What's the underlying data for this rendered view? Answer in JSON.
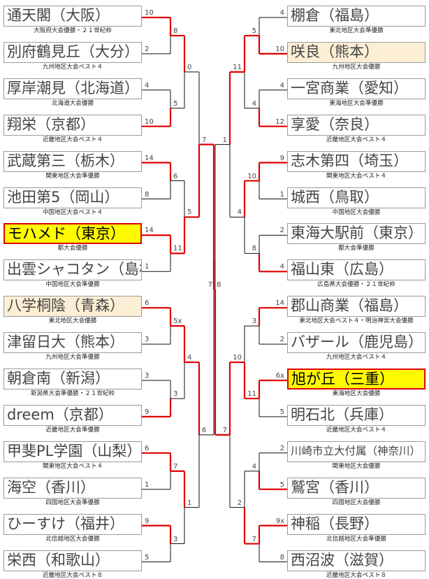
{
  "left_teams": [
    {
      "name": "通天閣（大阪）",
      "note": "大阪府大会優勝・２１世紀枠",
      "hl": ""
    },
    {
      "name": "別府鶴見丘（大分）",
      "note": "九州地区大会ベスト４",
      "hl": ""
    },
    {
      "name": "厚岸潮見（北海道）",
      "note": "北海道大会優勝",
      "hl": ""
    },
    {
      "name": "翔栄（京都）",
      "note": "近畿地区大会ベスト４",
      "hl": ""
    },
    {
      "name": "武蔵第三（栃木）",
      "note": "関東地区大会準優勝",
      "hl": ""
    },
    {
      "name": "池田第5（岡山）",
      "note": "中国地区大会ベスト４",
      "hl": ""
    },
    {
      "name": "モハメド（東京）",
      "note": "都大会優勝",
      "hl": "yellow"
    },
    {
      "name": "出雲シャコタン（島根）",
      "note": "中国地区大会準優勝",
      "hl": ""
    },
    {
      "name": "八学桐陰（青森）",
      "note": "東北地区大会優勝",
      "hl": "pink"
    },
    {
      "name": "津留日大（熊本）",
      "note": "九州地区大会準優勝",
      "hl": ""
    },
    {
      "name": "朝倉南（新潟）",
      "note": "新潟県大会準優勝・２１世紀枠",
      "hl": ""
    },
    {
      "name": "dreem（京都）",
      "note": "近畿地区大会準優勝",
      "hl": ""
    },
    {
      "name": "甲斐PL学園（山梨）",
      "note": "関東地区大会ベスト４",
      "hl": ""
    },
    {
      "name": "海空（香川）",
      "note": "四国地区大会準優勝",
      "hl": ""
    },
    {
      "name": "ひーすけ（福井）",
      "note": "北信越地区大会優勝",
      "hl": ""
    },
    {
      "name": "栄西（和歌山）",
      "note": "近畿地区大会ベスト８",
      "hl": ""
    }
  ],
  "right_teams": [
    {
      "name": "棚倉（福島）",
      "note": "東北地区大会準優勝",
      "hl": ""
    },
    {
      "name": "咲良（熊本）",
      "note": "九州地区大会優勝",
      "hl": "pink"
    },
    {
      "name": "一宮商業（愛知）",
      "note": "東海地区大会準優勝",
      "hl": ""
    },
    {
      "name": "享愛（奈良）",
      "note": "近畿地区大会ベスト４",
      "hl": ""
    },
    {
      "name": "志木第四（埼玉）",
      "note": "関東地区大会ベスト４",
      "hl": ""
    },
    {
      "name": "城西（鳥取）",
      "note": "中国地区大会優勝",
      "hl": ""
    },
    {
      "name": "東海大駅前（東京）",
      "note": "都大会準優勝",
      "hl": ""
    },
    {
      "name": "福山東（広島）",
      "note": "広島県大会優勝・２１世紀枠",
      "hl": ""
    },
    {
      "name": "郡山商業（福島）",
      "note": "東北地区大会ベスト４・明治神宮大会優勝",
      "hl": ""
    },
    {
      "name": "バザール（鹿児島）",
      "note": "九州地区大会ベスト４",
      "hl": ""
    },
    {
      "name": "旭が丘（三重）",
      "note": "東海地区大会優勝",
      "hl": "yellow"
    },
    {
      "name": "明石北（兵庫）",
      "note": "近畿地区大会ベスト４",
      "hl": ""
    },
    {
      "name": "川崎市立大付属（神奈川）",
      "note": "関東地区大会優勝",
      "hl": "",
      "small": true
    },
    {
      "name": "鷲宮（香川）",
      "note": "四国地区大会優勝",
      "hl": ""
    },
    {
      "name": "神稲（長野）",
      "note": "北信越地区大会準優勝",
      "hl": ""
    },
    {
      "name": "西沼波（滋賀）",
      "note": "近畿地区大会ベスト８",
      "hl": ""
    }
  ],
  "left_scores": {
    "r1": [
      [
        "10",
        "2"
      ],
      [
        "4",
        "10"
      ],
      [
        "14",
        "8"
      ],
      [
        "14",
        "1"
      ],
      [
        "6",
        "3"
      ],
      [
        "3",
        "9"
      ],
      [
        "6",
        "1"
      ],
      [
        "9",
        "5"
      ]
    ],
    "r2": [
      [
        "8",
        "5"
      ],
      [
        "6",
        "11"
      ],
      [
        "5x",
        "3"
      ],
      [
        "7",
        "3"
      ]
    ],
    "r3": [
      [
        "0",
        "5"
      ],
      [
        "4",
        "1"
      ]
    ],
    "sf": [
      "7",
      "6"
    ]
  },
  "right_scores": {
    "r1": [
      [
        "4",
        "10"
      ],
      [
        "4",
        "12"
      ],
      [
        "9",
        "1"
      ],
      [
        "2",
        "4"
      ],
      [
        "14",
        "2"
      ],
      [
        "6x",
        "5"
      ],
      [
        "2",
        "5"
      ],
      [
        "9x",
        "8"
      ]
    ],
    "r2": [
      [
        "5",
        "4"
      ],
      [
        "10",
        "8"
      ],
      [
        "3",
        "11"
      ],
      [
        "4",
        "7"
      ]
    ],
    "r3": [
      [
        "11",
        "4"
      ],
      [
        "10",
        "2"
      ]
    ],
    "sf": [
      "1",
      "7"
    ]
  },
  "final": [
    "8",
    "7"
  ],
  "colors": {
    "win": "#e00000",
    "lose": "#111111",
    "highlight": "#fffa00",
    "pink": "#fdefd5"
  }
}
